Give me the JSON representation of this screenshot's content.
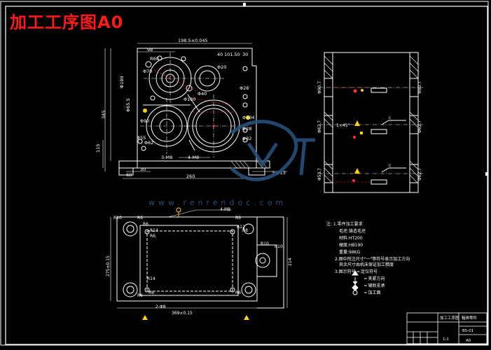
{
  "title": "加工工序图A0",
  "watermark": "www.renrendoc.com",
  "colors": {
    "title": "#ff1a1a",
    "line": "#ffffff",
    "hidden": "#ff3333",
    "accent": "#ffd400",
    "dim": "#e6e6e6"
  },
  "front_view": {
    "top_dims": [
      "98",
      "198.5±0.045",
      "40",
      "101.50",
      "30"
    ],
    "left_dims": [
      "Φ70",
      "R60",
      "Φ90",
      "Φ180",
      "Φ65.5",
      "Φ55",
      "Φ100",
      "Φ40",
      "Φ62"
    ],
    "right_dims": [
      "Φ28",
      "Φ20",
      "Φ104",
      "Φ28",
      "Φ32"
    ],
    "height_dim": "345",
    "section_dims": [
      "115",
      "30",
      "60",
      "260"
    ],
    "hole_labels": [
      "3-M8",
      "4-M8",
      "3-Φ13"
    ]
  },
  "side_view": {
    "dims_left": [
      "Φ90.7",
      "Φ62.7",
      "Φ53.7"
    ],
    "dims_right": [
      "Φ80.7",
      "Φ62.7",
      "Φ62.7"
    ],
    "chamfer": "1×45°",
    "labels": [
      "c",
      "c"
    ]
  },
  "bottom_view": {
    "top_label": "4-M8",
    "dims": [
      "R10",
      "R6",
      "R6",
      "R14",
      "R6",
      "R12",
      "R6",
      "R8",
      "R10",
      "R14",
      "R6",
      "R6",
      "R10",
      "R6"
    ],
    "width": "369±0.15",
    "height": "275±0.15",
    "right_dim": "214",
    "hole_label": "2-Φ8"
  },
  "notes": {
    "header": "注: 1.零件加工要求",
    "lines": [
      "毛坯:铸造毛坯",
      "材料:HT200",
      "硬度:HB190",
      "重量:98KG",
      "2.图中所注尺寸\"一\"等符号表示加工方向",
      "其余尺寸由机床保证加工精度",
      "3.图示符号 ━ 定位符号",
      "━ 夹紧方向",
      "━ 辅助支承",
      "━ 加工面"
    ]
  },
  "title_block": {
    "drawing_name": "加工工序图",
    "part_name": "箱体零件",
    "code": "BS-01",
    "scale": "1:1",
    "sheet": "A0"
  }
}
